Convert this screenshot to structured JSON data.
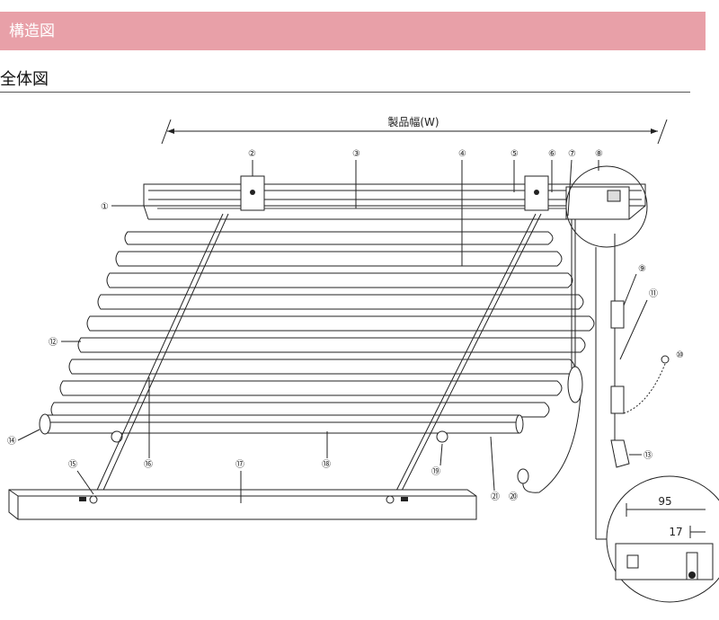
{
  "header": {
    "title": "構造図",
    "color": "#e8a0a8"
  },
  "section": {
    "title": "全体図"
  },
  "diagram": {
    "width_label": "製品幅(W)",
    "part_numbers": [
      "①",
      "②",
      "③",
      "④",
      "⑤",
      "⑥",
      "⑦",
      "⑧",
      "⑨",
      "⑩",
      "⑪",
      "⑫",
      "⑬",
      "⑭",
      "⑮",
      "⑯",
      "⑰",
      "⑱",
      "⑲",
      "⑳",
      "㉑"
    ],
    "detail": {
      "dim_outer": "95",
      "dim_inner": "17"
    }
  }
}
